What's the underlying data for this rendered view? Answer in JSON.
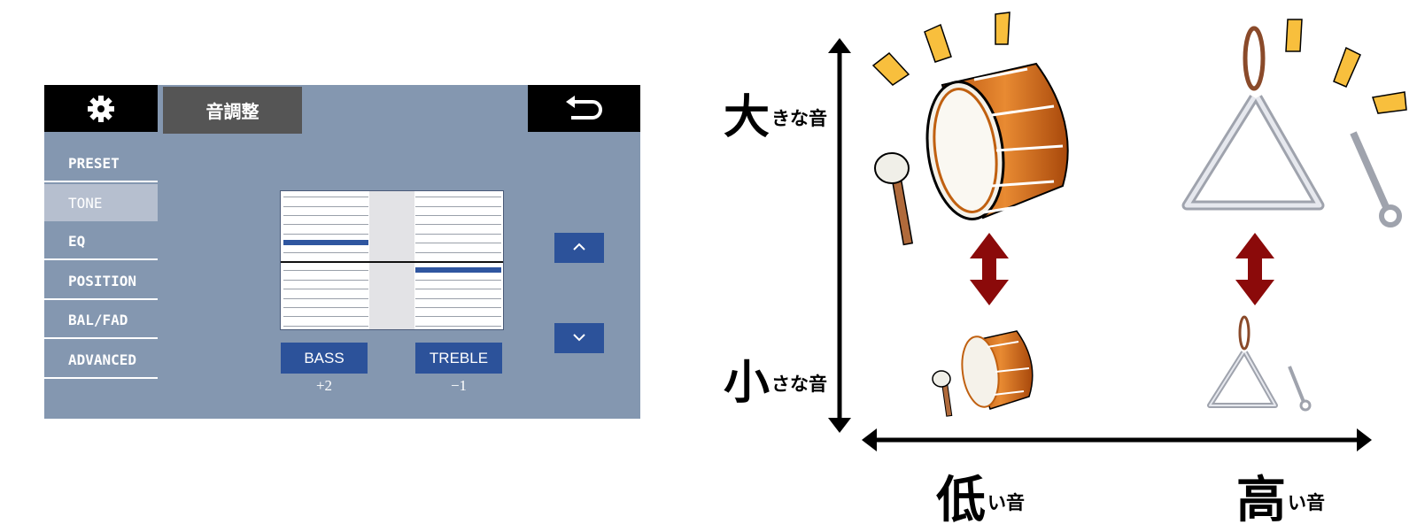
{
  "screen": {
    "title": "音調整",
    "settings_icon": "gear-icon",
    "back_icon": "back-arrow-icon",
    "menu": [
      {
        "label": "PRESET",
        "active": false
      },
      {
        "label": "TONE",
        "active": true
      },
      {
        "label": "EQ",
        "active": false
      },
      {
        "label": "POSITION",
        "active": false
      },
      {
        "label": "BAL/FAD",
        "active": false
      },
      {
        "label": "ADVANCED",
        "active": false
      }
    ],
    "bands": [
      {
        "label": "BASS",
        "value_text": "+2",
        "level": 2
      },
      {
        "label": "TREBLE",
        "value_text": "−1",
        "level": -1
      }
    ],
    "up_icon": "chevron-up-icon",
    "down_icon": "chevron-down-icon",
    "colors": {
      "panel": "#8497b0",
      "accent": "#2c529a",
      "active_menu": "#b6bfcf"
    }
  },
  "diagram": {
    "y_axis": {
      "top": {
        "big": "大",
        "small": "きな音"
      },
      "bottom": {
        "big": "小",
        "small": "さな音"
      }
    },
    "x_axis": {
      "left": {
        "big": "低",
        "small": "い音"
      },
      "right": {
        "big": "高",
        "small": "い音"
      }
    },
    "illustrations": [
      "bass-drum-large",
      "triangle-large",
      "bass-drum-small",
      "triangle-small"
    ],
    "arrow_color": "#8b0a0a"
  }
}
